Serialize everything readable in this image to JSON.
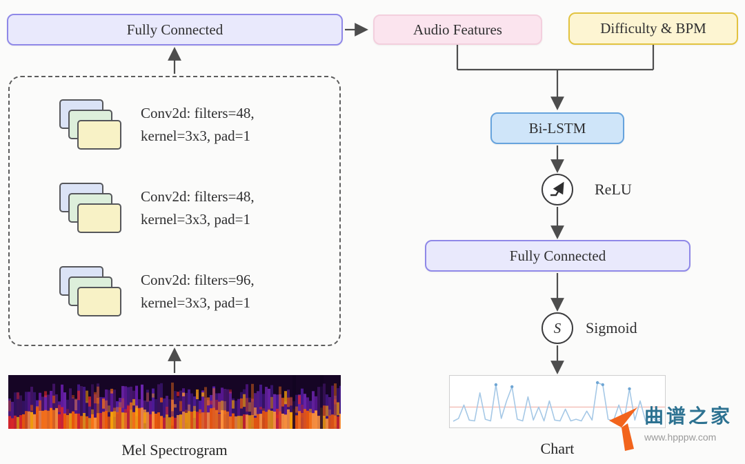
{
  "diagram": {
    "fully_connected_top": "Fully Connected",
    "audio_features": "Audio Features",
    "difficulty_bpm": "Difficulty & BPM",
    "bi_lstm": "Bi-LSTM",
    "relu_label": "ReLU",
    "fully_connected_right": "Fully Connected",
    "sigmoid_label": "Sigmoid",
    "sigmoid_symbol": "S",
    "chart_label": "Chart",
    "mel_label": "Mel Spectrogram",
    "conv_layers": [
      {
        "line1": "Conv2d: filters=48,",
        "line2": "kernel=3x3, pad=1"
      },
      {
        "line1": "Conv2d: filters=48,",
        "line2": "kernel=3x3, pad=1"
      },
      {
        "line1": "Conv2d: filters=96,",
        "line2": "kernel=3x3, pad=1"
      }
    ]
  },
  "watermark": {
    "site_name": "曲谱之家",
    "site_url": "www.hpppw.com"
  },
  "colors": {
    "lavender_fill": "#e9e9fc",
    "lavender_border": "#8f88e8",
    "pink_fill": "#fbe4ee",
    "pink_border": "#f3cfdd",
    "yellow_fill": "#fdf5d2",
    "yellow_border": "#e2c33f",
    "blue_fill": "#cfe5f9",
    "blue_border": "#66a3dd",
    "stack_blue": "#dbe3f6",
    "stack_green": "#ddefdb",
    "stack_yellow": "#f8f2c6",
    "stack_border": "#55565a",
    "arrow": "#4d4d4d",
    "text": "#2f2f30",
    "logo_orange": "#f2641c"
  },
  "chart_data": {
    "type": "line",
    "title": "Chart",
    "values": [
      0.05,
      0.12,
      0.45,
      0.08,
      0.06,
      0.75,
      0.1,
      0.06,
      0.95,
      0.12,
      0.55,
      0.9,
      0.1,
      0.06,
      0.65,
      0.08,
      0.4,
      0.06,
      0.55,
      0.08,
      0.06,
      0.35,
      0.06,
      0.1,
      0.06,
      0.3,
      0.08,
      1.0,
      0.95,
      0.1,
      0.06,
      0.45,
      0.08,
      0.85,
      0.08,
      0.55,
      0.06,
      0.2,
      0.05,
      0.12
    ],
    "threshold": 0.4,
    "ylim": [
      0,
      1
    ],
    "marker_min": 0.85,
    "line_color": "#a5c8e6",
    "threshold_color": "#f2bdb4",
    "marker_color": "#6fa6d4",
    "grid": false,
    "legend": false
  }
}
